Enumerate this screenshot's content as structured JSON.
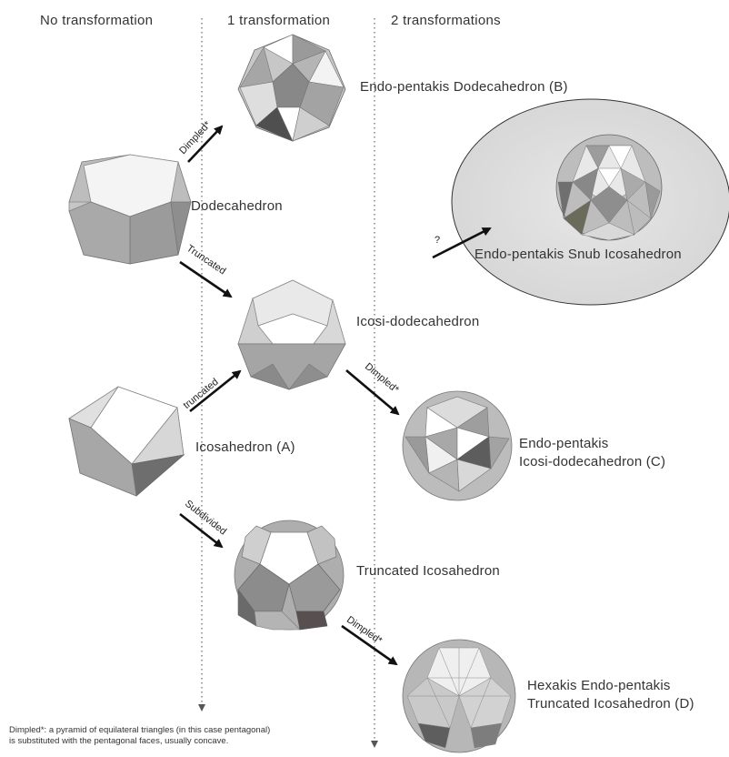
{
  "columns": {
    "none": "No transformation",
    "one": "1 transformation",
    "two": "2 transformations"
  },
  "shapes": {
    "dodecahedron": "Dodecahedron",
    "icosahedron": "Icosahedron (A)",
    "endo_dodeca": "Endo-pentakis Dodecahedron (B)",
    "icosidodeca": "Icosi-dodecahedron",
    "trunc_icosa": "Truncated Icosahedron",
    "endo_icosidodeca_line1": "Endo-pentakis",
    "endo_icosidodeca_line2": "Icosi-dodecahedron (C)",
    "hexakis_line1": "Hexakis Endo-pentakis",
    "hexakis_line2": "Truncated Icosahedron (D)",
    "snub": "Endo-pentakis Snub Icosahedron"
  },
  "arrows": {
    "dimpled_b": "Dimpled*",
    "truncated_dodeca": "Truncated",
    "truncated_icosa": "truncated",
    "subdivided": "Subdivided",
    "dimpled_c": "Dimpled*",
    "dimpled_d": "Dimpled*",
    "question": "?"
  },
  "footnote": {
    "line1": "Dimpled*: a pyramid of equilateral triangles (in this case pentagonal)",
    "line2": "is substituted with the pentagonal faces, usually concave."
  }
}
